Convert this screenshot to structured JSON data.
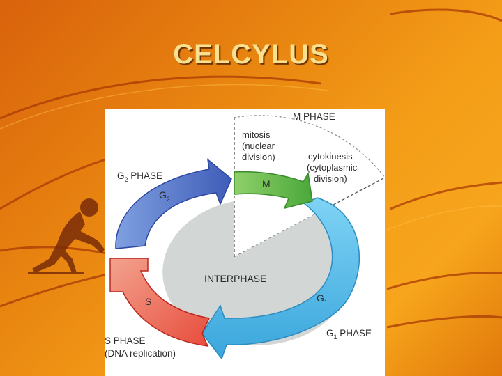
{
  "slide": {
    "title": "CELCYLUS"
  },
  "diagram": {
    "m_phase": "M PHASE",
    "mitosis": [
      "mitosis",
      "(nuclear",
      "division)"
    ],
    "cytokinesis": [
      "cytokinesis",
      "(cytoplasmic",
      "division)"
    ],
    "g2_phase": {
      "prefix": "G",
      "sub": "2",
      "suffix": " PHASE"
    },
    "g2": {
      "letter": "G",
      "sub": "2"
    },
    "m": "M",
    "interphase": "INTERPHASE",
    "s": "S",
    "g1": {
      "letter": "G",
      "sub": "1"
    },
    "s_phase": "S PHASE",
    "dna_replication": "(DNA replication)",
    "g1_phase": {
      "prefix": "G",
      "sub": "1",
      "suffix": " PHASE"
    }
  },
  "colors": {
    "g1_arrow": "#5cc0ea",
    "s_arrow": "#e8423c",
    "g2_arrow": "#5b76c8",
    "m_arrow": "#6ec04a",
    "interphase_fill": "#d2d6d4"
  }
}
